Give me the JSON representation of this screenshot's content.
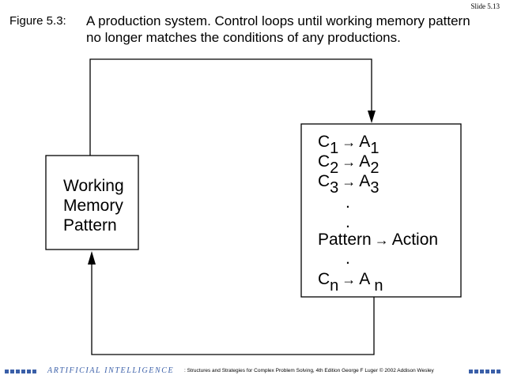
{
  "slide": "Slide 5.13",
  "figure": {
    "label": "Figure 5.3:",
    "caption_line1": "A production system. Control loops until working memory pattern",
    "caption_line2": "no longer matches the conditions of any productions."
  },
  "working_memory": {
    "line1": "Working",
    "line2": "Memory",
    "line3": "Pattern"
  },
  "productions": {
    "r1_c": "C",
    "r1_cs": "1",
    "r1_a": "A",
    "r1_as": "1",
    "r2_c": "C",
    "r2_cs": "2",
    "r2_a": "A",
    "r2_as": "2",
    "r3_c": "C",
    "r3_cs": "3",
    "r3_a": "A",
    "r3_as": "3",
    "dot": ".",
    "pattern": "Pattern",
    "action": "Action",
    "rn_c": "C",
    "rn_cs": "n",
    "rn_a": "A",
    "rn_as": "n",
    "arrow": "→"
  },
  "footer": {
    "ai": "ARTIFICIAL INTELLIGENCE",
    "rest": ": Structures and Strategies for Complex Problem Solving, 4th Edition George F Luger  © 2002 Addison Wesley"
  }
}
